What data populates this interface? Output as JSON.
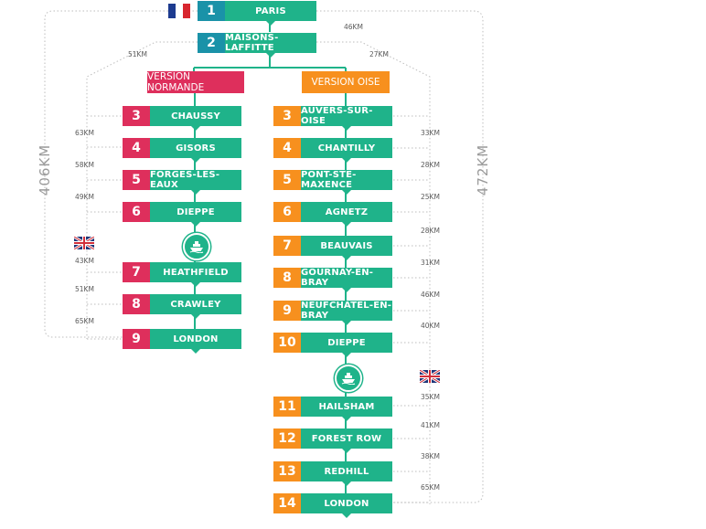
{
  "colors": {
    "green": "#1fb38a",
    "blue": "#1a92a8",
    "red": "#de2f5c",
    "orange": "#f7901e"
  },
  "start": [
    {
      "num": "1",
      "label": "PARIS"
    },
    {
      "num": "2",
      "label": "MAISONS-LAFFITTE"
    }
  ],
  "normande": {
    "title": "VERSION NORMANDE",
    "total": "406KM",
    "stops": [
      {
        "num": "3",
        "label": "CHAUSSY"
      },
      {
        "num": "4",
        "label": "GISORS"
      },
      {
        "num": "5",
        "label": "FORGES-LES-EAUX"
      },
      {
        "num": "6",
        "label": "DIEPPE"
      },
      {
        "num": "7",
        "label": "HEATHFIELD"
      },
      {
        "num": "8",
        "label": "CRAWLEY"
      },
      {
        "num": "9",
        "label": "LONDON"
      }
    ],
    "distances": [
      "51KM",
      "63KM",
      "58KM",
      "49KM",
      "43KM",
      "51KM",
      "65KM"
    ]
  },
  "oise": {
    "title": "VERSION OISE",
    "total": "472KM",
    "stops": [
      {
        "num": "3",
        "label": "AUVERS-SUR-OISE"
      },
      {
        "num": "4",
        "label": "CHANTILLY"
      },
      {
        "num": "5",
        "label": "PONT-STE-MAXENCE"
      },
      {
        "num": "6",
        "label": "AGNETZ"
      },
      {
        "num": "7",
        "label": "BEAUVAIS"
      },
      {
        "num": "8",
        "label": "GOURNAY-EN-BRAY"
      },
      {
        "num": "9",
        "label": "NEUFCHATEL-EN-BRAY"
      },
      {
        "num": "10",
        "label": "DIEPPE"
      },
      {
        "num": "11",
        "label": "HAILSHAM"
      },
      {
        "num": "12",
        "label": "FOREST ROW"
      },
      {
        "num": "13",
        "label": "REDHILL"
      },
      {
        "num": "14",
        "label": "LONDON"
      }
    ],
    "distances": [
      "46KM",
      "27KM",
      "33KM",
      "28KM",
      "25KM",
      "28KM",
      "31KM",
      "46KM",
      "40KM",
      "35KM",
      "41KM",
      "38KM",
      "65KM"
    ]
  },
  "icons": {
    "ferry": "ship-icon",
    "france": "france-flag-icon",
    "uk": "uk-flag-icon"
  }
}
